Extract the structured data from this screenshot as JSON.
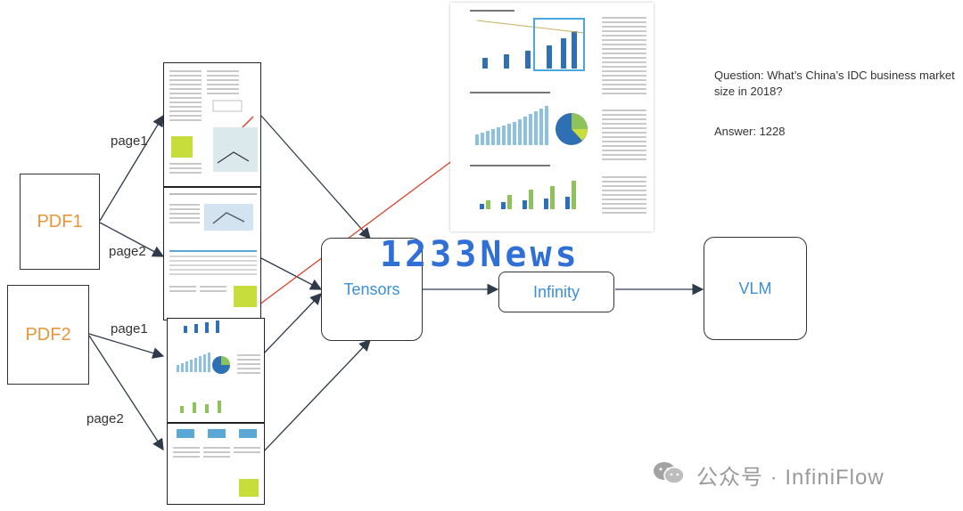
{
  "nodes": {
    "pdf1": "PDF1",
    "pdf2": "PDF2",
    "tensors": "Tensors",
    "infinity": "Infinity",
    "vlm": "VLM"
  },
  "edges": {
    "pdf1_page1": "page1",
    "pdf1_page2": "page2",
    "pdf2_page1": "page1",
    "pdf2_page2": "page2"
  },
  "qa": {
    "question": "Question: What’s China’s IDC business market size in 2018?",
    "answer": "Answer: 1228"
  },
  "watermarks": {
    "center": "1233News",
    "footer": "公众号 · InfiniFlow"
  },
  "colors": {
    "pdf_label": "#e8943a",
    "node_label": "#3d8fd6",
    "highlight_arrow": "#d9442b",
    "chart_bar": "#2f6fb3",
    "chart_bar_light": "#8cc1df",
    "chart_green": "#8dc35a"
  }
}
